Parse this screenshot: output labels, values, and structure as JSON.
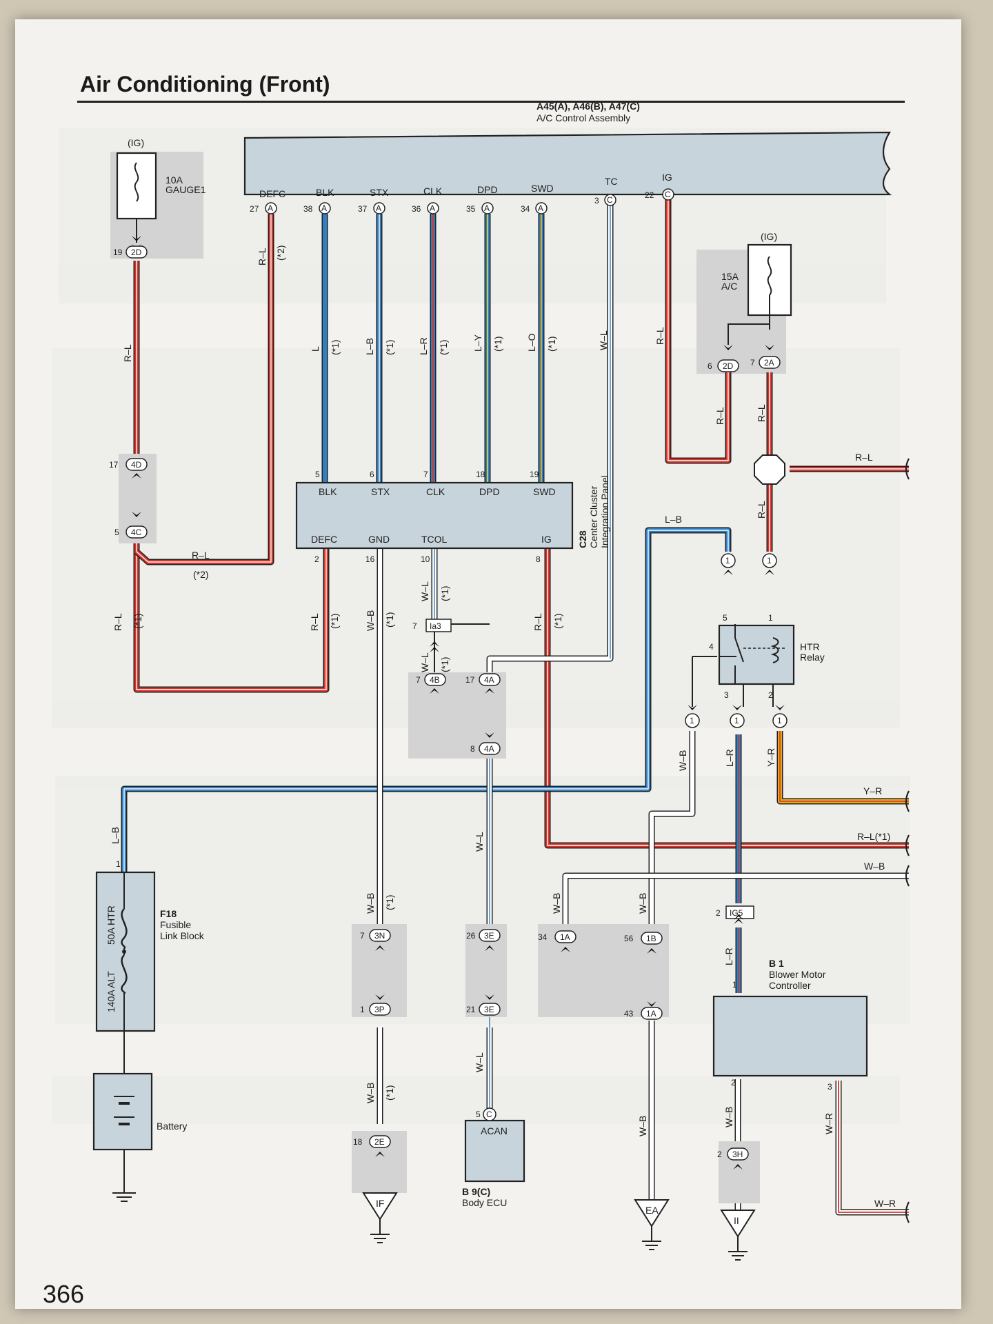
{
  "title": "Air Conditioning (Front)",
  "page_number": "366",
  "control_assembly": {
    "ref": "A45(A), A46(B), A47(C)",
    "name": "A/C Control Assembly",
    "terminals": [
      {
        "name": "DEFC",
        "pin": "27",
        "conn": "A"
      },
      {
        "name": "BLK",
        "pin": "38",
        "conn": "A"
      },
      {
        "name": "STX",
        "pin": "37",
        "conn": "A"
      },
      {
        "name": "CLK",
        "pin": "36",
        "conn": "A"
      },
      {
        "name": "DPD",
        "pin": "35",
        "conn": "A"
      },
      {
        "name": "SWD",
        "pin": "34",
        "conn": "A"
      },
      {
        "name": "TC",
        "pin": "3",
        "conn": "C"
      },
      {
        "name": "IG",
        "pin": "22",
        "conn": "C"
      }
    ]
  },
  "fuse_gauge": {
    "ig": "(IG)",
    "rating": "10A",
    "name": "GAUGE1"
  },
  "fuse_ac": {
    "ig": "(IG)",
    "rating": "15A",
    "name": "A/C"
  },
  "center_cluster": {
    "ref": "C28",
    "name1": "Center Cluster",
    "name2": "Integration Panel",
    "top_terms": [
      {
        "pin": "5",
        "name": "BLK"
      },
      {
        "pin": "6",
        "name": "STX"
      },
      {
        "pin": "7",
        "name": "CLK"
      },
      {
        "pin": "18",
        "name": "DPD"
      },
      {
        "pin": "19",
        "name": "SWD"
      }
    ],
    "bottom_terms": [
      {
        "pin": "2",
        "name": "DEFC"
      },
      {
        "pin": "16",
        "name": "GND"
      },
      {
        "pin": "10",
        "name": "TCOL"
      },
      {
        "pin": "8",
        "name": "IG"
      }
    ]
  },
  "htr_relay": {
    "name1": "HTR",
    "name2": "Relay",
    "pins": [
      "5",
      "1",
      "4",
      "3",
      "2"
    ]
  },
  "fusible_link": {
    "ref": "F18",
    "name1": "Fusible",
    "name2": "Link Block",
    "fuse1": "50A HTR",
    "fuse2": "140A ALT",
    "pin": "1"
  },
  "battery": {
    "name": "Battery"
  },
  "body_ecu": {
    "ref": "B 9(C)",
    "name": "Body ECU",
    "term": "ACAN",
    "pin": "5",
    "conn": "C"
  },
  "blower": {
    "ref": "B 1",
    "name1": "Blower Motor",
    "name2": "Controller",
    "pin_in": "1",
    "pin_gnd": "2",
    "pin_out": "3"
  },
  "grounds": {
    "if": "IF",
    "ea": "EA",
    "ii": "II"
  },
  "connectors": {
    "c2D_19": {
      "pin": "19",
      "code": "2D"
    },
    "c4D": {
      "pin": "17",
      "code": "4D"
    },
    "c4C": {
      "pin": "5",
      "code": "4C"
    },
    "c2D_6": {
      "pin": "6",
      "code": "2D"
    },
    "c2A": {
      "pin": "7",
      "code": "2A"
    },
    "cIa3": {
      "pin": "7",
      "code": "Ia3"
    },
    "c4B": {
      "pin": "7",
      "code": "4B"
    },
    "c4A_17": {
      "pin": "17",
      "code": "4A"
    },
    "c4A_8": {
      "pin": "8",
      "code": "4A"
    },
    "cIG5": {
      "pin": "2",
      "code": "IG5"
    },
    "c3N": {
      "pin": "7",
      "code": "3N"
    },
    "c3P": {
      "pin": "1",
      "code": "3P"
    },
    "c2E": {
      "pin": "18",
      "code": "2E"
    },
    "c3E_26": {
      "pin": "26",
      "code": "3E"
    },
    "c3E_21": {
      "pin": "21",
      "code": "3E"
    },
    "c1A_34": {
      "pin": "34",
      "code": "1A"
    },
    "c1B": {
      "pin": "56",
      "code": "1B"
    },
    "c1A_43": {
      "pin": "43",
      "code": "1A"
    },
    "c3H": {
      "pin": "2",
      "code": "3H"
    },
    "one": "1"
  },
  "wire_labels": {
    "RL": "R–L",
    "RL2": "(*2)",
    "RL1": "(*1)",
    "L": "L",
    "LB": "L–B",
    "LR": "L–R",
    "LY": "L–Y",
    "LO": "L–O",
    "WL": "W–L",
    "WB": "W–B",
    "YR": "Y–R",
    "WR": "W–R",
    "RLstar1": "R–L(*1)"
  },
  "colors": {
    "red": "#d8352a",
    "blue": "#2f7fc4",
    "white": "#ffffff",
    "yellow": "#e8a81c",
    "ink": "#222222",
    "box": "#c8d4dc"
  }
}
